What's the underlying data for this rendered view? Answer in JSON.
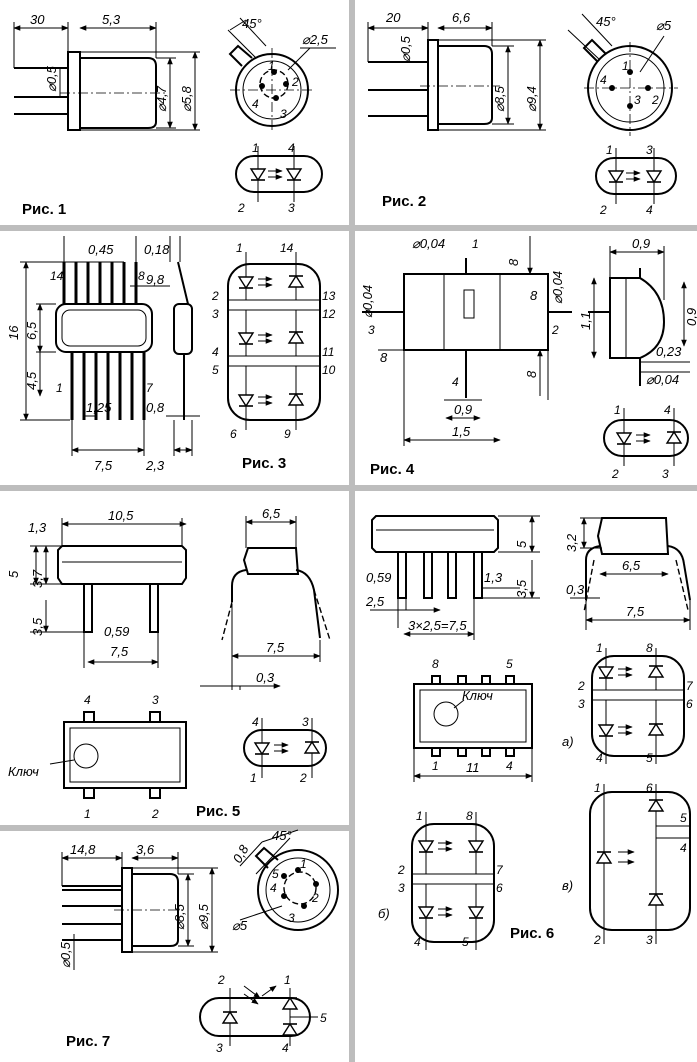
{
  "captions": {
    "fig1": "Рис. 1",
    "fig2": "Рис. 2",
    "fig3": "Рис. 3",
    "fig4": "Рис. 4",
    "fig5": "Рис. 5",
    "fig6": "Рис. 6",
    "fig7": "Рис. 7"
  },
  "fig1": {
    "dims": {
      "lead_len": "30",
      "body_len": "5,3",
      "lead_d": "⌀0,5",
      "can_d": "⌀4,7",
      "flange_d": "⌀5,8",
      "angle": "45°",
      "pcd": "⌀2,5"
    },
    "pins": [
      "1",
      "2",
      "3",
      "4"
    ],
    "schematic_pins": [
      "1",
      "4",
      "2",
      "3"
    ]
  },
  "fig2": {
    "dims": {
      "lead_len": "20",
      "body_len": "6,6",
      "lead_d": "⌀0,5",
      "can_d": "⌀8,5",
      "flange_d": "⌀9,4",
      "angle": "45°",
      "pcd": "⌀5"
    },
    "pins": [
      "1",
      "2",
      "3",
      "4"
    ],
    "schematic_pins": [
      "1",
      "3",
      "2",
      "4"
    ]
  },
  "fig3": {
    "dims": {
      "lead_w": "0,45",
      "lead_t": "0,18",
      "top_w": "9,8",
      "height": "16",
      "body_h": "6,5",
      "lead_h": "4,5",
      "pitch": "1,25",
      "width": "7,5",
      "thick": "2,3",
      "side_lead": "0,8"
    },
    "pins": [
      "14",
      "8",
      "1",
      "7"
    ],
    "schematic_pins": [
      "1",
      "14",
      "2",
      "13",
      "3",
      "12",
      "4",
      "11",
      "5",
      "10",
      "6",
      "9"
    ]
  },
  "fig4": {
    "dims": {
      "d1": "⌀0,04",
      "n1": "1",
      "l8a": "8",
      "d2": "⌀0,04",
      "n2": "2",
      "d3": "⌀0,04",
      "n3": "3",
      "l8b": "8",
      "l8c": "8",
      "n4": "4",
      "w09": "0,9",
      "w15": "1,5",
      "side_w": "0,9",
      "side_h": "1,1",
      "side_g": "0,9",
      "side_t": "0,23",
      "side_d": "⌀0,04"
    },
    "schematic_pins": [
      "1",
      "4",
      "2",
      "3"
    ]
  },
  "fig5": {
    "dims": {
      "lead_w": "1,3",
      "body_len": "10,5",
      "height": "5",
      "body_h": "3,7",
      "lead_h": "3,5",
      "lead_t": "0,59",
      "pitch": "7,5",
      "side_w": "6,5",
      "side_span": "7,5",
      "side_t": "0,3"
    },
    "top_pins": [
      "4",
      "3",
      "1",
      "2"
    ],
    "key_label": "Ключ",
    "schematic_pins": [
      "4",
      "3",
      "1",
      "2"
    ]
  },
  "fig6": {
    "dims": {
      "height": "5",
      "lead_t": "0,59",
      "lead_h": "1,3",
      "stand": "3,5",
      "offset": "2,5",
      "pitch": "3×2,5=7,5",
      "side_h": "3,2",
      "side_w": "6,5",
      "side_t": "0,3",
      "side_span": "7,5",
      "top_len": "11"
    },
    "top_pins": [
      "8",
      "5",
      "1",
      "4"
    ],
    "key_label": "Ключ",
    "variant_a": {
      "label": "а)",
      "pins": [
        "1",
        "8",
        "2",
        "7",
        "3",
        "6",
        "4",
        "5"
      ]
    },
    "variant_b": {
      "label": "б)",
      "pins": [
        "1",
        "8",
        "2",
        "7",
        "3",
        "6",
        "4",
        "5"
      ]
    },
    "variant_v": {
      "label": "в)",
      "pins": [
        "1",
        "6",
        "5",
        "4",
        "2",
        "3"
      ]
    }
  },
  "fig7": {
    "dims": {
      "lead_len": "14,8",
      "body_len": "3,6",
      "lead_d": "⌀0,5",
      "can_d": "⌀8,5",
      "flange_d": "⌀9,5",
      "angle": "45°",
      "tab": "0,8",
      "pcd": "⌀5"
    },
    "pins": [
      "1",
      "2",
      "3",
      "4",
      "5"
    ],
    "schematic_pins": [
      "2",
      "1",
      "5",
      "3",
      "4"
    ]
  }
}
